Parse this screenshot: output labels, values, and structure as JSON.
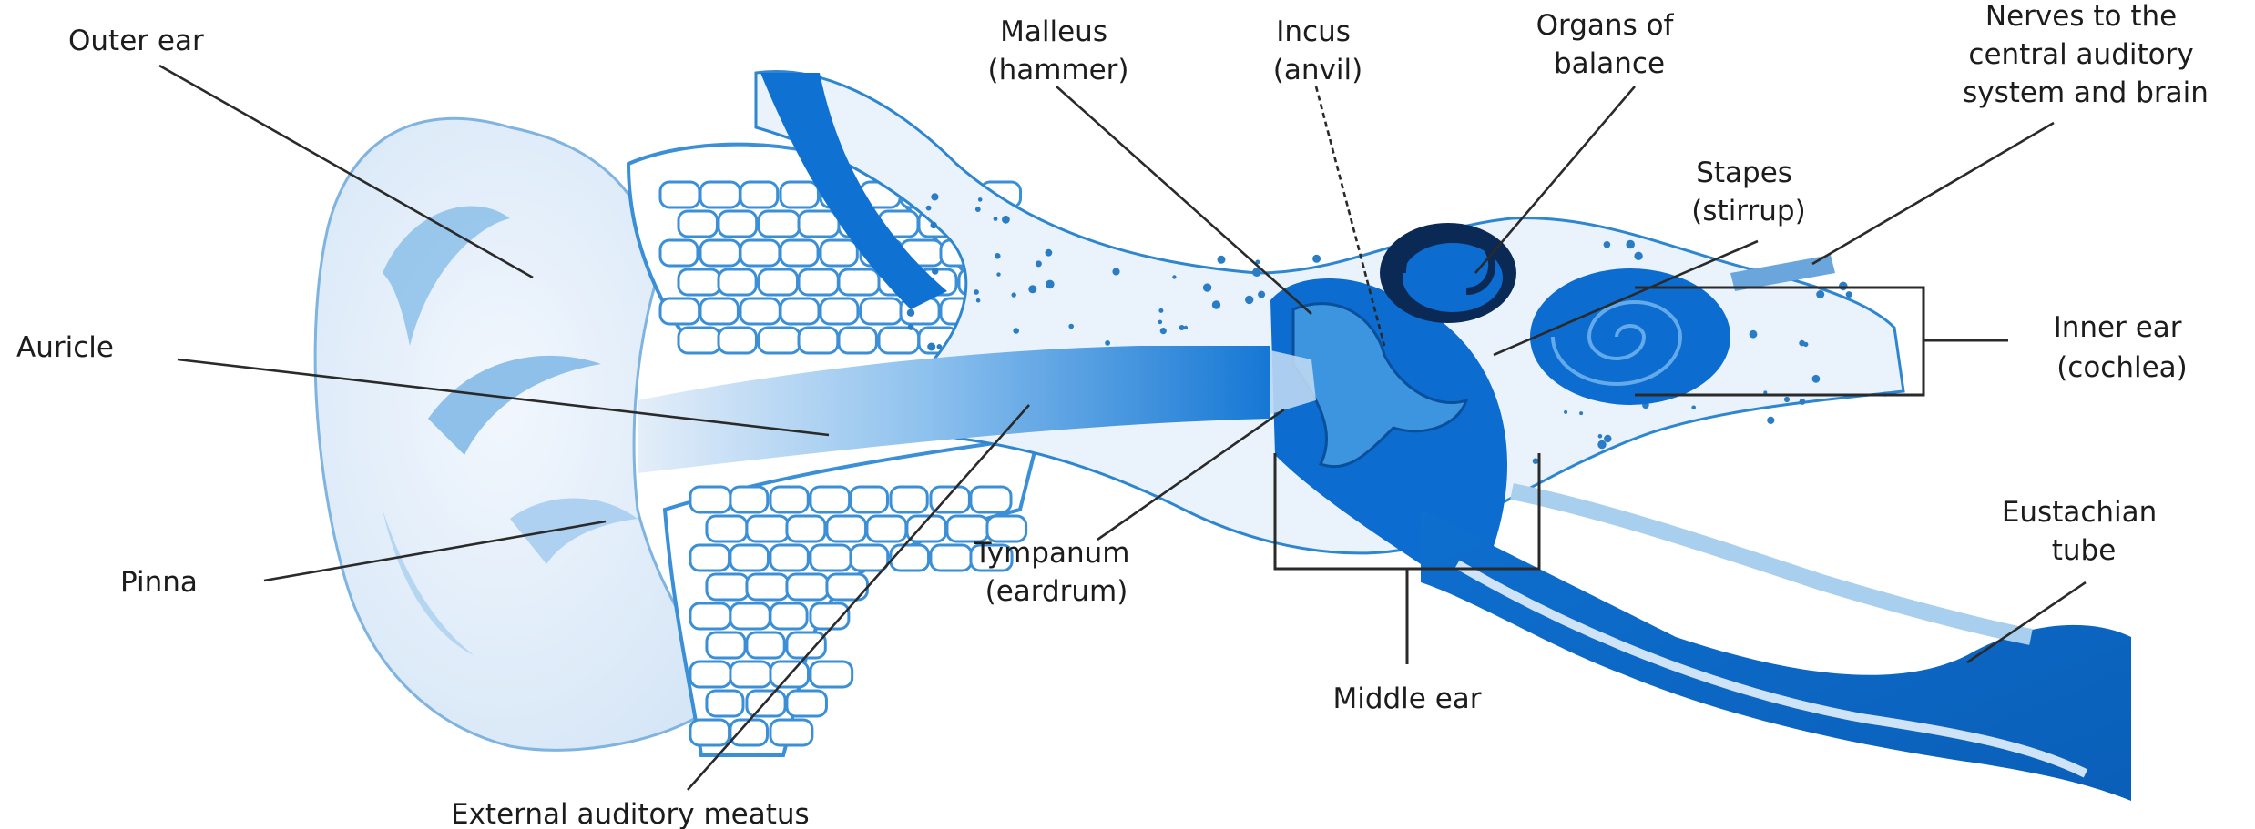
{
  "labels": {
    "outer_ear": "Outer ear",
    "auricle": "Auricle",
    "pinna": "Pinna",
    "external_auditory_meatus": "External auditory meatus",
    "tympanum": [
      "Tympanum",
      "(eardrum)"
    ],
    "malleus": [
      "Malleus",
      "(hammer)"
    ],
    "incus": [
      "Incus",
      "(anvil)"
    ],
    "organs_of_balance": [
      "Organs of",
      "balance"
    ],
    "stapes": [
      "Stapes",
      "(stirrup)"
    ],
    "nerves": [
      "Nerves to the",
      "central auditory",
      "system and brain"
    ],
    "inner_ear": [
      "Inner ear",
      "(cochlea)"
    ],
    "eustachian": [
      "Eustachian",
      "tube"
    ],
    "middle_ear": "Middle ear"
  },
  "colors": {
    "pale_blue": "#dceaf7",
    "mid_blue": "#6aaee6",
    "deep_blue": "#0b6fd0",
    "dark_navy": "#0a2a55",
    "outline": "#2a2a2a"
  }
}
